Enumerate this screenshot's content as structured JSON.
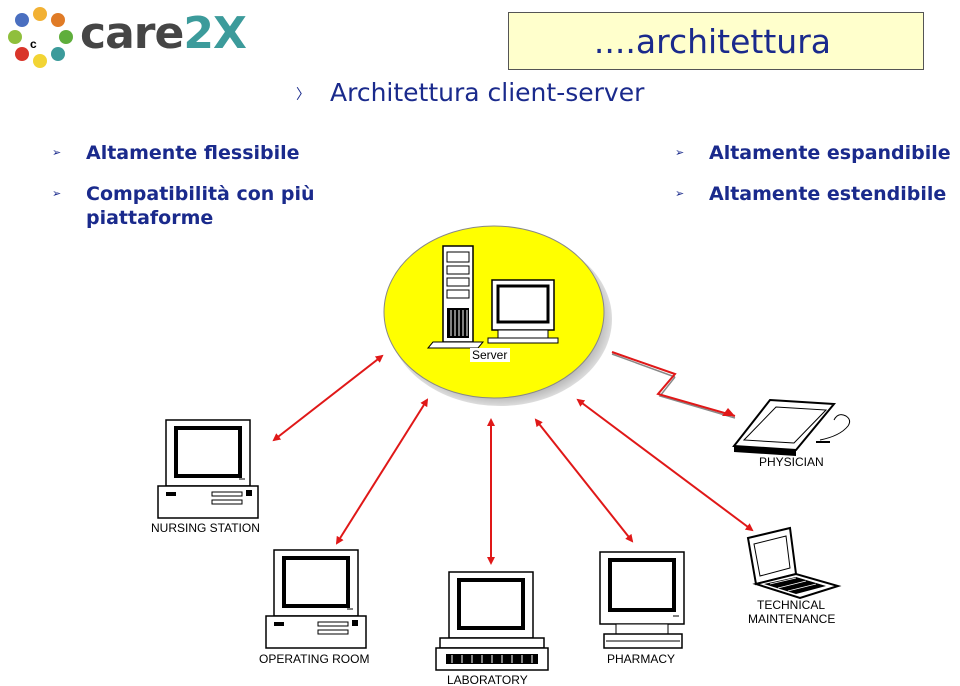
{
  "logo": {
    "word": "care",
    "number": "2X"
  },
  "title": "....architettura",
  "subtitle": "Architettura client-server",
  "bullets_left": [
    {
      "text": "Altamente flessibile"
    },
    {
      "text": "Compatibilità con più",
      "text2": "piattaforme"
    }
  ],
  "bullets_right": [
    {
      "text": "Altamente espandibile"
    },
    {
      "text": "Altamente estendibile"
    }
  ],
  "diagram": {
    "server_label": "Server",
    "nodes": {
      "nursing": "NURSING STATION",
      "operating": "OPERATING ROOM",
      "laboratory": "LABORATORY",
      "pharmacy": "PHARMACY",
      "technical_1": "TECHNICAL",
      "technical_2": "MAINTENANCE",
      "physician": "PHYSICIAN"
    },
    "colors": {
      "server_circle": "#ffff00",
      "arrows": "#e01818",
      "wireless": "#e01818"
    }
  }
}
